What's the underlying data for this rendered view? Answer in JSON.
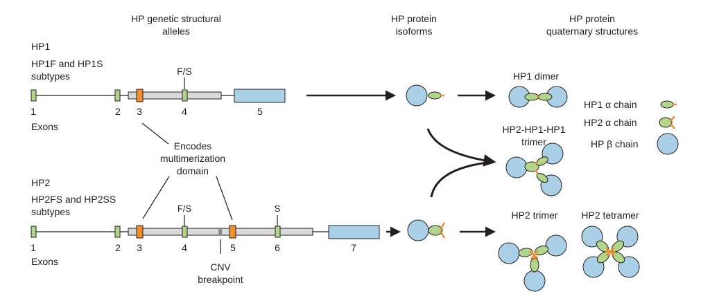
{
  "headers": {
    "alleles_line1": "HP  genetic structural",
    "alleles_line2": "alleles",
    "isoforms_line1": "HP  protein",
    "isoforms_line2": "isoforms",
    "quaternary_line1": "HP protein",
    "quaternary_line2": "quaternary structures"
  },
  "hp1_gene": {
    "name": "HP1",
    "subtypes_line1": "HP1F and HP1S",
    "subtypes_line2": "subtypes",
    "variant_label": "F/S",
    "exon_numbers": [
      "1",
      "2",
      "3",
      "4",
      "5"
    ],
    "exons_label": "Exons"
  },
  "multimer_note": {
    "line1": "Encodes",
    "line2": "multimerization",
    "line3": "domain"
  },
  "hp2_gene": {
    "name": "HP2",
    "subtypes_line1": "HP2FS and HP2SS",
    "subtypes_line2": "subtypes",
    "variant_label_1": "F/S",
    "variant_label_2": "S",
    "exon_numbers": [
      "1",
      "2",
      "3",
      "4",
      "5",
      "6",
      "7"
    ],
    "exons_label": "Exons",
    "cnv_line1": "CNV",
    "cnv_line2": "breakpoint"
  },
  "structures": {
    "hp1_dimer": "HP1 dimer",
    "mixed_trimer_line1": "HP2-HP1-HP1",
    "mixed_trimer_line2": "trimer",
    "hp2_trimer": "HP2 trimer",
    "hp2_tetramer": "HP2 tetramer"
  },
  "legend": {
    "hp1_alpha": "HP1  α chain",
    "hp2_alpha": "HP2  α chain",
    "hp_beta": "HP  β chain"
  },
  "colors": {
    "beta_chain": "#a9d0e6",
    "alpha_chain": "#b2d58c",
    "multimer_domain": "#f28e2b",
    "intron_bar": "#d9d9d9"
  }
}
